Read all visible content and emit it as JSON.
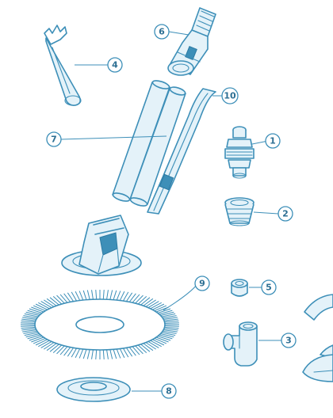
{
  "colors": {
    "line": "#3d8fb8",
    "tint": "#e4f2f9",
    "text": "#2d6f93"
  },
  "callouts": {
    "c1": "1",
    "c2": "2",
    "c3": "3",
    "c4": "4",
    "c5": "5",
    "c6": "6",
    "c7": "7",
    "c8": "8",
    "c9": "9",
    "c10": "10"
  }
}
